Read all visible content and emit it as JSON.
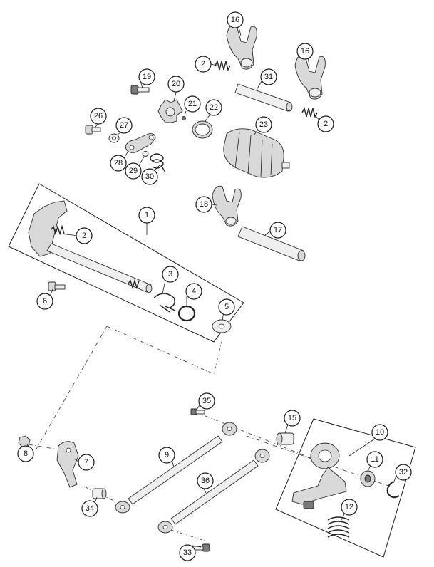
{
  "diagram": {
    "callouts": [
      "16",
      "16",
      "2",
      "31",
      "2",
      "19",
      "20",
      "21",
      "22",
      "23",
      "26",
      "27",
      "28",
      "29",
      "30",
      "18",
      "17",
      "1",
      "2",
      "3",
      "4",
      "6",
      "5",
      "35",
      "15",
      "10",
      "8",
      "7",
      "9",
      "11",
      "32",
      "36",
      "34",
      "12",
      "33"
    ]
  }
}
